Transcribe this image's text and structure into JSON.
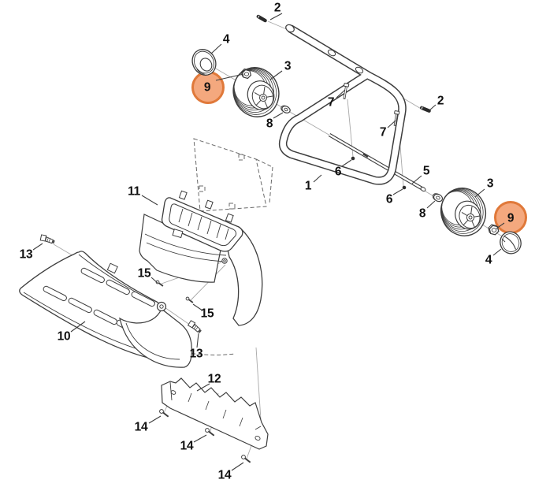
{
  "diagram": {
    "type": "exploded-parts-diagram",
    "background": "#ffffff",
    "line_color": "#3d3d3d",
    "guide_color": "#a8a8a8",
    "ghost_color": "#6a6a6a",
    "highlight_fill": "#f4a87e",
    "highlight_stroke": "#e0793a",
    "callout_color": "#111111",
    "highlighted_part_number": "9",
    "callouts": [
      {
        "label": "2",
        "highlighted": false
      },
      {
        "label": "4",
        "highlighted": false
      },
      {
        "label": "9",
        "highlighted": true
      },
      {
        "label": "3",
        "highlighted": false
      },
      {
        "label": "8",
        "highlighted": false
      },
      {
        "label": "7",
        "highlighted": false
      },
      {
        "label": "2",
        "highlighted": false
      },
      {
        "label": "7",
        "highlighted": false
      },
      {
        "label": "1",
        "highlighted": false
      },
      {
        "label": "5",
        "highlighted": false
      },
      {
        "label": "6",
        "highlighted": false
      },
      {
        "label": "6",
        "highlighted": false
      },
      {
        "label": "8",
        "highlighted": false
      },
      {
        "label": "3",
        "highlighted": false
      },
      {
        "label": "9",
        "highlighted": true
      },
      {
        "label": "4",
        "highlighted": false
      },
      {
        "label": "11",
        "highlighted": false
      },
      {
        "label": "13",
        "highlighted": false
      },
      {
        "label": "15",
        "highlighted": false
      },
      {
        "label": "15",
        "highlighted": false
      },
      {
        "label": "13",
        "highlighted": false
      },
      {
        "label": "10",
        "highlighted": false
      },
      {
        "label": "12",
        "highlighted": false
      },
      {
        "label": "14",
        "highlighted": false
      },
      {
        "label": "14",
        "highlighted": false
      },
      {
        "label": "14",
        "highlighted": false
      }
    ]
  }
}
